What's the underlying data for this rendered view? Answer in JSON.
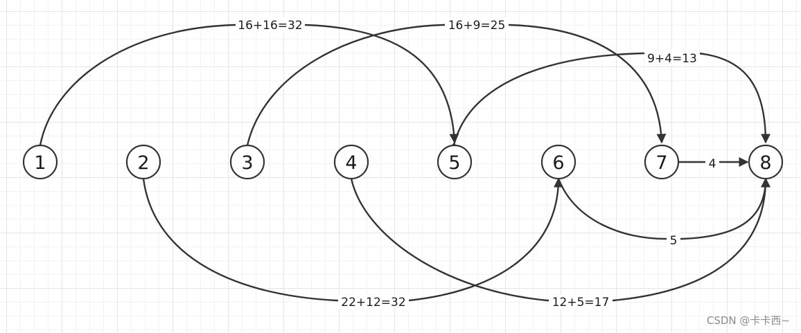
{
  "diagram": {
    "nodes": [
      {
        "id": "1",
        "label": "1"
      },
      {
        "id": "2",
        "label": "2"
      },
      {
        "id": "3",
        "label": "3"
      },
      {
        "id": "4",
        "label": "4"
      },
      {
        "id": "5",
        "label": "5"
      },
      {
        "id": "6",
        "label": "6"
      },
      {
        "id": "7",
        "label": "7"
      },
      {
        "id": "8",
        "label": "8"
      }
    ],
    "edges": [
      {
        "from": "1",
        "to": "5",
        "label": "16+16=32"
      },
      {
        "from": "3",
        "to": "7",
        "label": "16+9=25"
      },
      {
        "from": "8",
        "to": "5",
        "label": "9+4=13"
      },
      {
        "from": "7",
        "to": "8",
        "label": "4"
      },
      {
        "from": "6",
        "to": "8",
        "label": "5"
      },
      {
        "from": "2",
        "to": "6",
        "label": "22+12=32"
      },
      {
        "from": "4",
        "to": "8",
        "label": "12+5=17"
      }
    ],
    "colors": {
      "stroke": "#333333",
      "grid": "#e4e4e4",
      "watermark": "#8a8a8a"
    }
  },
  "watermark": "CSDN @卡卡西~"
}
